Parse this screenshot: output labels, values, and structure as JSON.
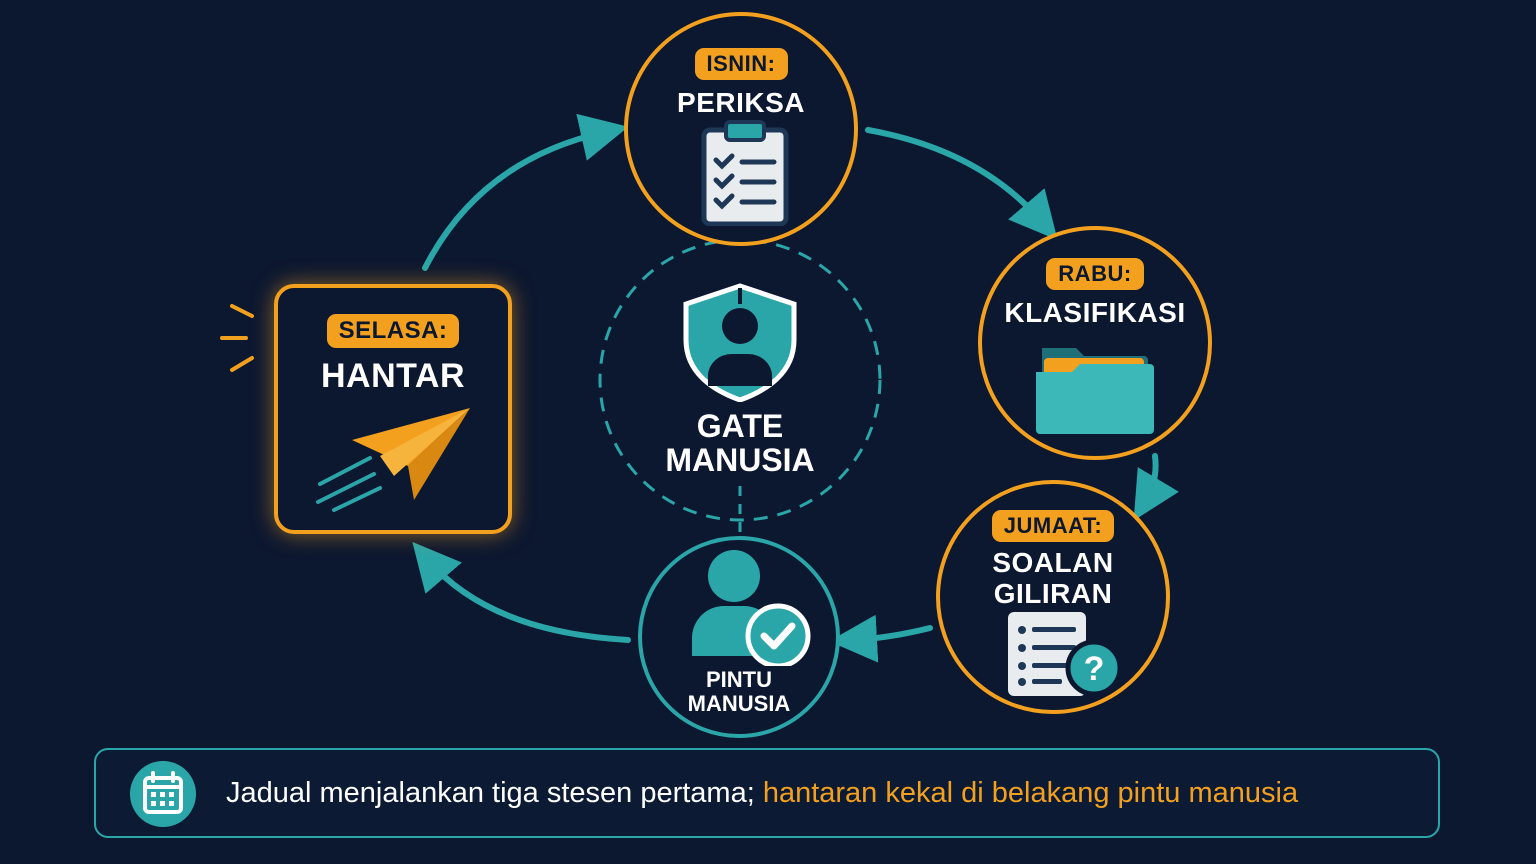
{
  "colors": {
    "background": "#0c1730",
    "orange": "#f2a01e",
    "teal": "#2aa6a8",
    "white": "#ffffff"
  },
  "stations": {
    "isnin": {
      "day": "ISNIN:",
      "title": "PERIKSA",
      "icon": "clipboard-checklist-icon"
    },
    "rabu": {
      "day": "RABU:",
      "title": "KLASIFIKASI",
      "icon": "folder-icon"
    },
    "jumaat": {
      "day": "JUMAAT:",
      "title_line1": "SOALAN",
      "title_line2": "GILIRAN",
      "icon": "question-document-icon"
    },
    "pintu": {
      "title_line1": "PINTU",
      "title_line2": "MANUSIA",
      "icon": "user-check-icon"
    },
    "selasa": {
      "day": "SELASA:",
      "title": "HANTAR",
      "icon": "paper-plane-icon"
    }
  },
  "center": {
    "title_line1": "GATE",
    "title_line2": "MANUSIA",
    "icon": "shield-person-icon"
  },
  "banner": {
    "icon": "calendar-icon",
    "text_main": "Jadual menjalankan tiga stesen pertama; ",
    "text_highlight": "hantaran kekal di belakang pintu manusia"
  }
}
